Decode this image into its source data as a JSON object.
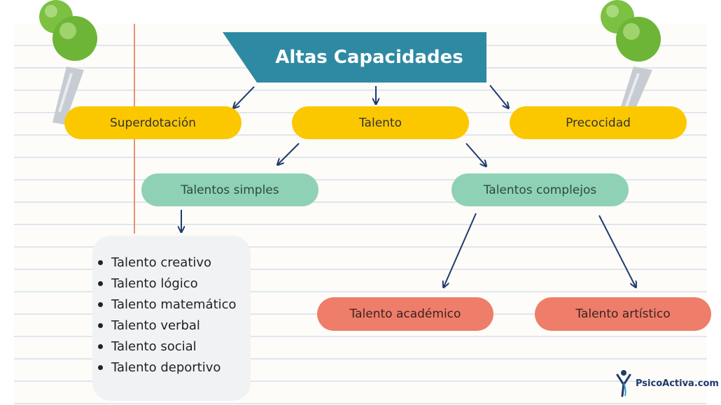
{
  "title": "Altas Capacidades",
  "categories": [
    "Superdotación",
    "Talento",
    "Precocidad"
  ],
  "talent_types": [
    "Talentos simples",
    "Talentos complejos"
  ],
  "complex_talents": [
    "Talento académico",
    "Talento artístico"
  ],
  "simple_talents": [
    "Talento creativo",
    "Talento lógico",
    "Talento matemático",
    "Talento verbal",
    "Talento social",
    "Talento deportivo"
  ],
  "logo": {
    "text": "PsicoActiva.com"
  },
  "colors": {
    "banner": "#2e8aa3",
    "yellow": "#fbc800",
    "green": "#8fd1b4",
    "red": "#ee7d6a",
    "arrow": "#1f3a6e",
    "pin": "#7cc142"
  }
}
